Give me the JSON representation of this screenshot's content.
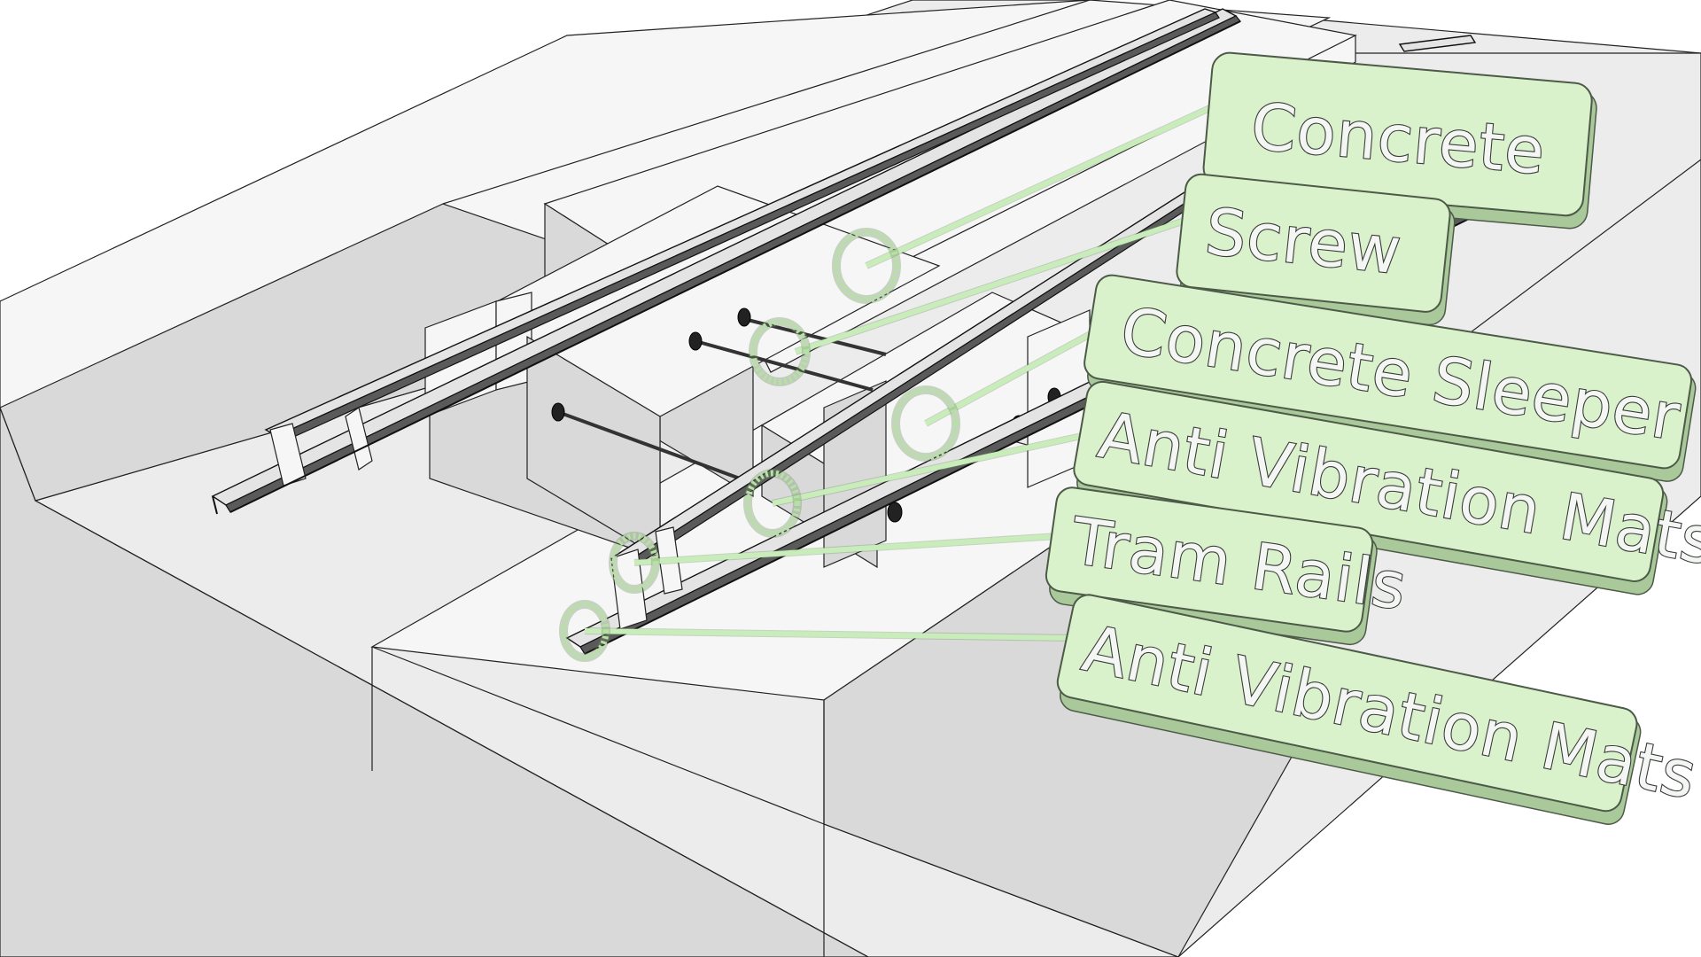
{
  "labels": [
    {
      "text": "Concrete"
    },
    {
      "text": "Screw"
    },
    {
      "text": "Concrete Sleeper"
    },
    {
      "text": "Anti Vibration Mats"
    },
    {
      "text": "Tram Rails"
    },
    {
      "text": "Anti Vibration Mats"
    }
  ],
  "colors": {
    "label_fill": "#d9f2cc",
    "leader": "#c9ecbb",
    "concrete": "#ececec",
    "rail": "#5a5a5a"
  }
}
